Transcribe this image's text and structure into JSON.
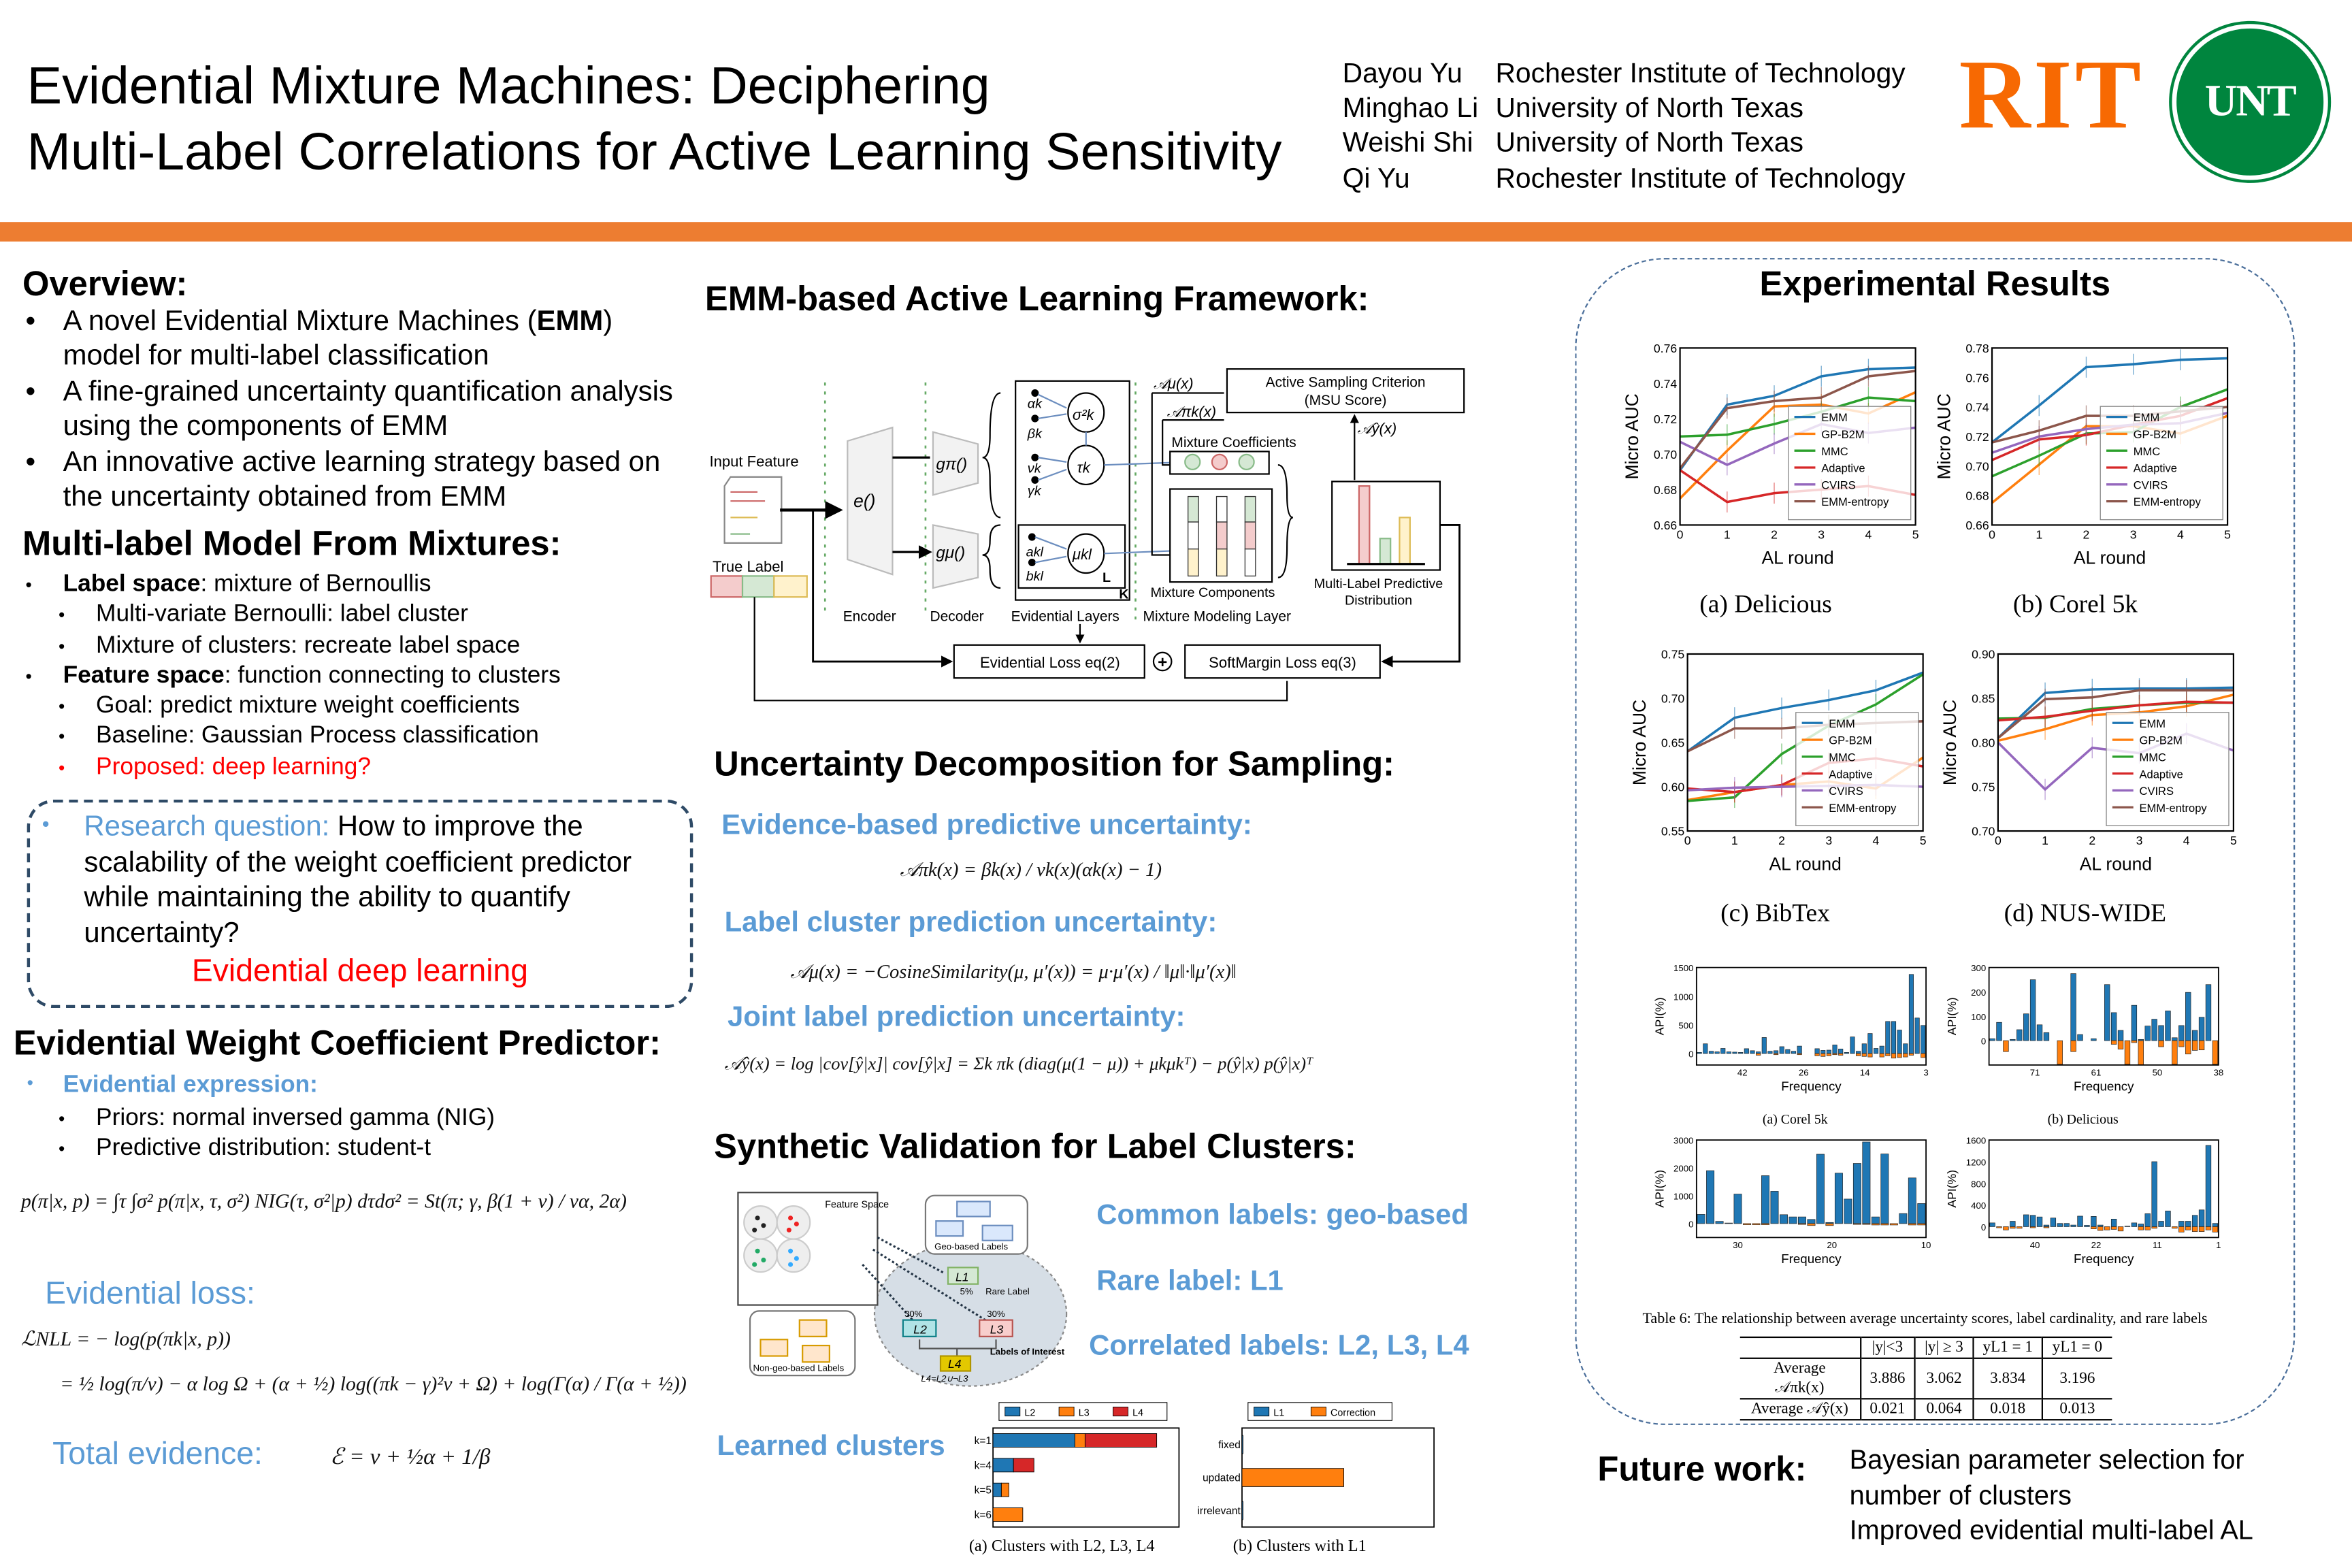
{
  "header": {
    "title_line1": "Evidential Mixture Machines: Deciphering",
    "title_line2": "Multi-Label Correlations for Active Learning Sensitivity",
    "authors": [
      {
        "name": "Dayou Yu",
        "affiliation": "Rochester Institute of Technology"
      },
      {
        "name": "Minghao Li",
        "affiliation": "University of North Texas"
      },
      {
        "name": "Weishi Shi",
        "affiliation": "University of North Texas"
      },
      {
        "name": "Qi Yu",
        "affiliation": "Rochester Institute of Technology"
      }
    ],
    "logo_rit": "RIT",
    "logo_unt": "UNT",
    "accent_orange": "#ED7D31",
    "rit_orange": "#F76902",
    "unt_green": "#00853E"
  },
  "overview": {
    "title": "Overview:",
    "bullets": [
      {
        "pre": "A novel Evidential Mixture Machines (",
        "bold": "EMM",
        "post": ") model for multi-label classification"
      },
      {
        "pre": "A fine-grained uncertainty quantification analysis using the components of EMM"
      },
      {
        "pre": "An innovative active learning strategy based on the uncertainty obtained from EMM"
      }
    ]
  },
  "mixtures": {
    "title": "Multi-label Model From Mixtures:",
    "label_space": {
      "bold": "Label space",
      "rest": ": mixture of Bernoullis"
    },
    "label_sub": [
      "Multi-variate Bernoulli: label cluster",
      "Mixture of clusters: recreate label space"
    ],
    "feature_space": {
      "bold": "Feature space",
      "rest": ": function connecting to clusters"
    },
    "feature_sub": [
      "Goal: predict mixture weight coefficients",
      "Baseline: Gaussian Process classification"
    ],
    "proposed": "Proposed: deep learning?"
  },
  "research": {
    "label": "Research question:",
    "text": " How to improve the scalability of the weight coefficient predictor while maintaining the ability to quantify uncertainty?",
    "answer": "Evidential deep learning"
  },
  "predictor": {
    "title": "Evidential Weight Coefficient Predictor:",
    "expression_label": "Evidential expression:",
    "items": [
      "Priors: normal inversed gamma (NIG)",
      "Predictive distribution: student-t"
    ],
    "formula": "p(π|x, p) = ∫τ ∫σ² p(π|x, τ, σ²) NIG(τ, σ²|p) dτdσ² = St(π; γ, β(1 + v) / vα, 2α)",
    "loss_label": "Evidential loss:",
    "loss_line1": "ℒNLL = − log(p(πk|x, p))",
    "loss_line2": "= ½ log(π/ν) − α log Ω + (α + ½) log((πk − γ)²ν + Ω) + log(Γ(α) / Γ(α + ½))",
    "evidence_label": "Total evidence:",
    "evidence_formula": "ℰ = v + ½α + 1/β"
  },
  "framework": {
    "title": "EMM-based Active Learning Framework:",
    "input_feature": "Input Feature",
    "true_label": "True Label",
    "encoder_fn": "e()",
    "g_pi": "gπ()",
    "g_mu": "gμ()",
    "encoder": "Encoder",
    "decoder": "Decoder",
    "evidential_layers": "Evidential Layers",
    "alpha_k": "αk",
    "beta_k": "βk",
    "nu_k": "νk",
    "gamma_k": "γk",
    "sigma_k": "σ²k",
    "tau_k": "τk",
    "a_kl": "akl",
    "b_kl": "bkl",
    "mu_kl": "μkl",
    "plate_L": "L",
    "plate_K": "K",
    "a_mu": "𝒜μ(x)",
    "a_pi": "𝒜πk(x)",
    "a_y": "𝒜ŷ(x)",
    "criterion_line1": "Active Sampling Criterion",
    "criterion_line2": "(MSU Score)",
    "mixture_coefficients": "Mixture Coefficients",
    "mixture_components": "Mixture Components",
    "mixture_layer": "Mixture Modeling Layer",
    "predictive_line1": "Multi-Label Predictive",
    "predictive_line2": "Distribution",
    "evidential_loss": "Evidential Loss eq(2)",
    "plus": "+",
    "softmargin_loss": "SoftMargin Loss eq(3)"
  },
  "uncertainty": {
    "title": "Uncertainty Decomposition for Sampling:",
    "evidence_label": "Evidence-based predictive uncertainty:",
    "evidence_formula": "𝒜πk(x) = βk(x) / νk(x)(αk(x) − 1)",
    "cluster_label": "Label cluster prediction uncertainty:",
    "cluster_formula": "𝒜μ(x) = −CosineSimilarity(μ, μ′(x)) = μ·μ′(x) / ‖μ‖·‖μ′(x)‖",
    "joint_label": "Joint label prediction uncertainty:",
    "joint_formula": "𝒜ŷ(x) = log |cov[ŷ|x]|     cov[ŷ|x] = Σk πk (diag(μ(1 − μ)) + μkμkᵀ) − p(ŷ|x) p(ŷ|x)ᵀ"
  },
  "synthetic": {
    "title": "Synthetic Validation for Label Clusters:",
    "feature_space": "Feature Space",
    "geo_labels": "Geo-based Labels",
    "non_geo_labels": "Non-geo-based Labels",
    "l1": "L1",
    "l2": "L2",
    "l3": "L3",
    "l4": "L4",
    "rare_pct": "5%",
    "rare_label": "Rare Label",
    "l2_pct": "30%",
    "l3_pct": "30%",
    "interest": "Labels of Interest",
    "l4_def": "L4=L2∪¬L3",
    "ellipsis": "...",
    "common": "Common labels: geo-based",
    "rare": "Rare label: L1",
    "correlated": "Correlated labels: L2, L3, L4",
    "learned": "Learned clusters"
  },
  "results": {
    "title": "Experimental Results",
    "table": {
      "caption": "Table 6: The relationship between average uncertainty scores, label cardinality, and rare labels",
      "headers": [
        "",
        "|y|<3",
        "|y| ≥ 3",
        "yL1 = 1",
        "yL1 = 0"
      ],
      "rows": [
        [
          "Average 𝒜πk(x)",
          "3.886",
          "3.062",
          "3.834",
          "3.196"
        ],
        [
          "Average 𝒜ŷ(x)",
          "0.021",
          "0.064",
          "0.018",
          "0.013"
        ]
      ]
    }
  },
  "future": {
    "label": "Future work:",
    "items": [
      "Bayesian parameter selection for number of clusters",
      "Improved evidential multi-label AL"
    ]
  },
  "chart_data": [
    {
      "id": "delicious",
      "type": "line",
      "title": "(a) Delicious",
      "xlabel": "AL round",
      "ylabel": "Micro AUC",
      "x": [
        0,
        1,
        2,
        3,
        4,
        5
      ],
      "xticks": [
        "0",
        "1",
        "2",
        "3",
        "4",
        "5"
      ],
      "ylim": [
        0.66,
        0.76
      ],
      "yticks": [
        "0.66",
        "0.68",
        "0.70",
        "0.72",
        "0.74",
        "0.76"
      ],
      "legend": "lower-right",
      "series": [
        {
          "name": "EMM",
          "color": "#1F77B4",
          "values": [
            0.691,
            0.728,
            0.733,
            0.744,
            0.748,
            0.749
          ]
        },
        {
          "name": "GP-B2M",
          "color": "#FF7F0E",
          "values": [
            0.675,
            0.702,
            0.727,
            0.728,
            0.723,
            0.735
          ]
        },
        {
          "name": "MMC",
          "color": "#2CA02C",
          "values": [
            0.71,
            0.711,
            0.717,
            0.724,
            0.732,
            0.73
          ]
        },
        {
          "name": "Adaptive",
          "color": "#D62728",
          "values": [
            0.691,
            0.673,
            0.678,
            0.68,
            0.682,
            0.677
          ]
        },
        {
          "name": "CVIRS",
          "color": "#9467BD",
          "values": [
            0.707,
            0.694,
            0.706,
            0.717,
            0.712,
            0.715
          ]
        },
        {
          "name": "EMM-entropy",
          "color": "#8C564B",
          "values": [
            0.692,
            0.726,
            0.73,
            0.732,
            0.744,
            0.747
          ]
        }
      ]
    },
    {
      "id": "corel",
      "type": "line",
      "title": "(b) Corel 5k",
      "xlabel": "AL round",
      "ylabel": "Micro AUC",
      "x": [
        0,
        1,
        2,
        3,
        4,
        5
      ],
      "xticks": [
        "0",
        "1",
        "2",
        "3",
        "4",
        "5"
      ],
      "ylim": [
        0.66,
        0.78
      ],
      "yticks": [
        "0.66",
        "0.68",
        "0.70",
        "0.72",
        "0.74",
        "0.76",
        "0.78"
      ],
      "legend": "lower-right",
      "series": [
        {
          "name": "EMM",
          "color": "#1F77B4",
          "values": [
            0.716,
            0.741,
            0.767,
            0.769,
            0.772,
            0.773
          ]
        },
        {
          "name": "GP-B2M",
          "color": "#FF7F0E",
          "values": [
            0.675,
            0.701,
            0.727,
            0.727,
            0.722,
            0.734
          ]
        },
        {
          "name": "MMC",
          "color": "#2CA02C",
          "values": [
            0.693,
            0.707,
            0.722,
            0.723,
            0.74,
            0.752
          ]
        },
        {
          "name": "Adaptive",
          "color": "#D62728",
          "values": [
            0.704,
            0.718,
            0.721,
            0.728,
            0.734,
            0.746
          ]
        },
        {
          "name": "CVIRS",
          "color": "#9467BD",
          "values": [
            0.709,
            0.72,
            0.725,
            0.728,
            0.729,
            0.736
          ]
        },
        {
          "name": "EMM-entropy",
          "color": "#8C564B",
          "values": [
            0.716,
            0.724,
            0.734,
            0.734,
            0.737,
            0.74
          ]
        }
      ]
    },
    {
      "id": "bibtex",
      "type": "line",
      "title": "(c) BibTex",
      "xlabel": "AL round",
      "ylabel": "Micro AUC",
      "x": [
        0,
        1,
        2,
        3,
        4,
        5
      ],
      "xticks": [
        "0",
        "1",
        "2",
        "3",
        "4",
        "5"
      ],
      "ylim": [
        0.55,
        0.75
      ],
      "yticks": [
        "0.55",
        "0.60",
        "0.65",
        "0.70",
        "0.75"
      ],
      "legend": "lower-right",
      "series": [
        {
          "name": "EMM",
          "color": "#1F77B4",
          "values": [
            0.64,
            0.678,
            0.689,
            0.698,
            0.709,
            0.729
          ]
        },
        {
          "name": "GP-B2M",
          "color": "#FF7F0E",
          "values": [
            0.585,
            0.594,
            0.602,
            0.606,
            0.598,
            0.633
          ]
        },
        {
          "name": "MMC",
          "color": "#2CA02C",
          "values": [
            0.584,
            0.588,
            0.637,
            0.669,
            0.693,
            0.727
          ]
        },
        {
          "name": "Adaptive",
          "color": "#D62728",
          "values": [
            0.598,
            0.594,
            0.602,
            0.627,
            0.632,
            0.623
          ]
        },
        {
          "name": "CVIRS",
          "color": "#9467BD",
          "values": [
            0.596,
            0.599,
            0.6,
            0.601,
            0.602,
            0.6
          ]
        },
        {
          "name": "EMM-entropy",
          "color": "#8C564B",
          "values": [
            0.64,
            0.666,
            0.666,
            0.67,
            0.672,
            0.674
          ]
        }
      ]
    },
    {
      "id": "nuswide",
      "type": "line",
      "title": "(d) NUS-WIDE",
      "xlabel": "AL round",
      "ylabel": "Micro AUC",
      "x": [
        0,
        1,
        2,
        3,
        4,
        5
      ],
      "xticks": [
        "0",
        "1",
        "2",
        "3",
        "4",
        "5"
      ],
      "ylim": [
        0.7,
        0.9
      ],
      "yticks": [
        "0.70",
        "0.75",
        "0.80",
        "0.85",
        "0.90"
      ],
      "legend": "lower-right",
      "series": [
        {
          "name": "EMM",
          "color": "#1F77B4",
          "values": [
            0.805,
            0.856,
            0.86,
            0.861,
            0.861,
            0.862
          ]
        },
        {
          "name": "GP-B2M",
          "color": "#FF7F0E",
          "values": [
            0.802,
            0.815,
            0.831,
            0.834,
            0.841,
            0.854
          ]
        },
        {
          "name": "MMC",
          "color": "#2CA02C",
          "values": [
            0.827,
            0.828,
            0.838,
            0.842,
            0.845,
            0.845
          ]
        },
        {
          "name": "Adaptive",
          "color": "#D62728",
          "values": [
            0.825,
            0.829,
            0.836,
            0.842,
            0.846,
            0.845
          ]
        },
        {
          "name": "CVIRS",
          "color": "#9467BD",
          "values": [
            0.8,
            0.747,
            0.794,
            0.788,
            0.81,
            0.791
          ]
        },
        {
          "name": "EMM-entropy",
          "color": "#8C564B",
          "values": [
            0.805,
            0.849,
            0.851,
            0.859,
            0.859,
            0.859
          ]
        }
      ]
    },
    {
      "id": "api_corel",
      "type": "bar",
      "title": "(a) Corel 5k",
      "xlabel": "Frequency",
      "ylabel": "API(%)",
      "ylim": [
        -200,
        1500
      ],
      "yticks": [
        0,
        500,
        1000,
        1500
      ],
      "xticks": [
        "42",
        "26",
        "14",
        "3"
      ],
      "positive": [
        20,
        170,
        40,
        30,
        90,
        30,
        25,
        20,
        85,
        50,
        30,
        280,
        40,
        50,
        120,
        70,
        40,
        130,
        0,
        0,
        85,
        55,
        60,
        150,
        80,
        20,
        290,
        40,
        170,
        350,
        90,
        130,
        560,
        560,
        410,
        170,
        1380,
        620,
        490
      ],
      "negative": [
        0,
        0,
        0,
        0,
        0,
        0,
        0,
        0,
        0,
        0,
        -30,
        0,
        0,
        -20,
        0,
        0,
        0,
        -20,
        0,
        0,
        -40,
        -50,
        -40,
        -20,
        -30,
        0,
        0,
        -40,
        -50,
        -60,
        0,
        -60,
        -40,
        -80,
        -70,
        -60,
        -30,
        0,
        -70
      ]
    },
    {
      "id": "api_delicious",
      "type": "bar",
      "title": "(b) Delicious",
      "xlabel": "Frequency",
      "ylabel": "API(%)",
      "ylim": [
        -100,
        300
      ],
      "yticks": [
        0,
        100,
        200,
        300
      ],
      "xticks": [
        "71",
        "61",
        "50",
        "38"
      ],
      "positive": [
        8,
        75,
        0,
        5,
        45,
        110,
        250,
        65,
        33,
        0,
        0,
        0,
        275,
        25,
        0,
        8,
        0,
        230,
        115,
        42,
        0,
        145,
        5,
        60,
        88,
        62,
        122,
        12,
        62,
        198,
        42,
        96,
        230,
        0
      ],
      "negative": [
        0,
        0,
        -45,
        0,
        0,
        0,
        0,
        0,
        0,
        0,
        -97,
        0,
        -45,
        0,
        0,
        0,
        0,
        0,
        -15,
        -35,
        -97,
        -8,
        -100,
        0,
        0,
        -25,
        0,
        -97,
        -25,
        -55,
        -40,
        -38,
        0,
        -97
      ]
    },
    {
      "id": "api_c",
      "type": "bar",
      "title": "",
      "xlabel": "Frequency",
      "ylabel": "API(%)",
      "ylim": [
        -500,
        3000
      ],
      "yticks": [
        0,
        1000,
        2000,
        3000
      ],
      "xticks": [
        "30",
        "20",
        "10"
      ],
      "positive": [
        330,
        1900,
        80,
        20,
        1060,
        0,
        0,
        1720,
        1160,
        320,
        240,
        240,
        150,
        2490,
        40,
        1810,
        880,
        2160,
        2930,
        240,
        2500,
        0,
        360,
        1640,
        720
      ],
      "negative": [
        0,
        0,
        0,
        0,
        0,
        -40,
        -40,
        -40,
        0,
        0,
        0,
        -30,
        -70,
        0,
        -70,
        0,
        0,
        -30,
        -30,
        -50,
        -50,
        -50,
        0,
        -50,
        -50
      ]
    },
    {
      "id": "api_d",
      "type": "bar",
      "title": "",
      "xlabel": "Frequency",
      "ylabel": "API(%)",
      "ylim": [
        -200,
        1600
      ],
      "yticks": [
        0,
        400,
        800,
        1200,
        1600
      ],
      "xticks": [
        "40",
        "22",
        "11",
        "1"
      ],
      "positive": [
        70,
        0,
        0,
        100,
        0,
        220,
        210,
        180,
        30,
        160,
        60,
        60,
        30,
        195,
        25,
        190,
        30,
        0,
        140,
        0,
        10,
        70,
        50,
        240,
        1200,
        100,
        290,
        0,
        100,
        100,
        210,
        310,
        1500,
        60
      ],
      "negative": [
        0,
        -20,
        -60,
        -30,
        -30,
        0,
        -20,
        0,
        -20,
        0,
        0,
        0,
        0,
        0,
        0,
        -40,
        -70,
        -60,
        -50,
        -80,
        0,
        0,
        -60,
        -60,
        -30,
        0,
        0,
        -30,
        -100,
        -60,
        -90,
        -90,
        -60,
        -100
      ]
    },
    {
      "id": "clusters_a",
      "type": "bar",
      "orientation": "horizontal-stacked",
      "title": "(a) Clusters with L2, L3, L4",
      "categories": [
        "k=1",
        "k=4",
        "k=5",
        "k=6"
      ],
      "xlim": [
        0,
        100
      ],
      "series": [
        {
          "name": "L2",
          "color": "#1F77B4",
          "values": [
            44,
            11,
            4.5,
            0
          ]
        },
        {
          "name": "L3",
          "color": "#FF7F0E",
          "values": [
            5.5,
            0,
            4,
            16
          ]
        },
        {
          "name": "L4",
          "color": "#D62728",
          "values": [
            38.5,
            11,
            0,
            0
          ]
        }
      ]
    },
    {
      "id": "clusters_b",
      "type": "bar",
      "orientation": "horizontal-stacked",
      "title": "(b) Clusters with L1",
      "categories": [
        "fixed",
        "updated",
        "irrelevant"
      ],
      "xlim": [
        0,
        100
      ],
      "series": [
        {
          "name": "L1",
          "color": "#1F77B4",
          "values": [
            0.5,
            0,
            0.5
          ]
        },
        {
          "name": "Correction",
          "color": "#FF7F0E",
          "values": [
            0,
            53,
            0
          ]
        }
      ]
    }
  ]
}
